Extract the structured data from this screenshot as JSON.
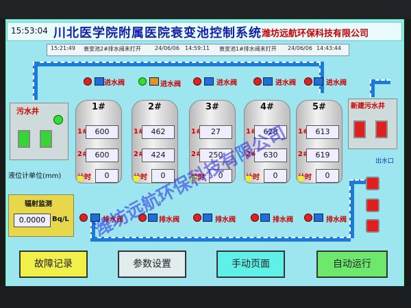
{
  "header": {
    "clock": "15:53:04",
    "title": "川北医学院附属医院衰变池控制系统",
    "company": "潍坊远航环保科技有限公司"
  },
  "alarms": [
    {
      "time": "15:21:49",
      "msg": "衰变池2#排水阀未打开",
      "date": "24/06/06",
      "time2": "14:59:11"
    },
    {
      "msg": "衰变池1#排水阀未打开",
      "date": "24/06/06",
      "time2": "14:43:44"
    }
  ],
  "tanks": [
    {
      "name": "1#",
      "v1": "600",
      "v2": "600",
      "timer": "0"
    },
    {
      "name": "2#",
      "v1": "462",
      "v2": "424",
      "timer": "0"
    },
    {
      "name": "3#",
      "v1": "27",
      "v2": "250",
      "timer": "0"
    },
    {
      "name": "4#",
      "v1": "628",
      "v2": "630",
      "timer": "0"
    },
    {
      "name": "5#",
      "v1": "613",
      "v2": "619",
      "timer": "0"
    }
  ],
  "tank_row_labels": {
    "r1": "1#",
    "r2": "2#",
    "r3": "计时"
  },
  "valves": {
    "inlet": "进水阀",
    "drain": "排水阀"
  },
  "well": {
    "title": "污水井"
  },
  "level_unit": "液位计单位(mm)",
  "radiation": {
    "title": "辐射监测",
    "value": "0.0000",
    "unit": "Bq/L"
  },
  "new_well": {
    "title": "新建污水井",
    "outlet": "出水口"
  },
  "buttons": {
    "fault": "故障记录",
    "params": "参数设置",
    "manual": "手动页面",
    "auto": "自动运行"
  },
  "colors": {
    "screen_bg": "#9de6f0",
    "pipe": "#1b7bd8",
    "alarm_red": "#cc0000",
    "title_blue": "#1222a8"
  },
  "watermark": "潍坊远航环保科技有限公司"
}
